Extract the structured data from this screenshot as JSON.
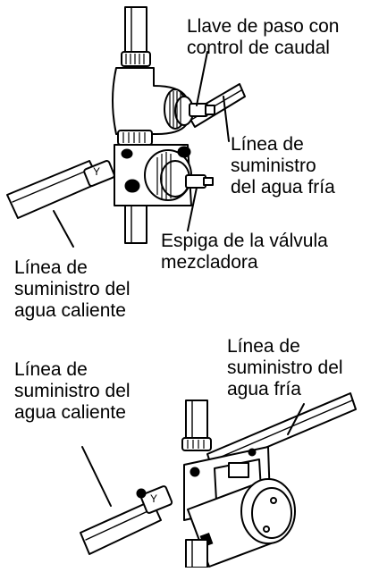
{
  "labels": {
    "top_shutoff_valve": [
      "Llave de paso con",
      "control de caudal"
    ],
    "top_cold_supply": [
      "Línea de",
      "suministro",
      "del agua fría"
    ],
    "top_mixing_stem": [
      "Espiga de la válvula",
      "mezcladora"
    ],
    "top_hot_supply": [
      "Línea de",
      "suministro del",
      "agua caliente"
    ],
    "bottom_cold_supply": [
      "Línea de",
      "suministro del",
      "agua fría"
    ],
    "bottom_hot_supply": [
      "Línea de",
      "suministro del",
      "agua caliente"
    ]
  }
}
